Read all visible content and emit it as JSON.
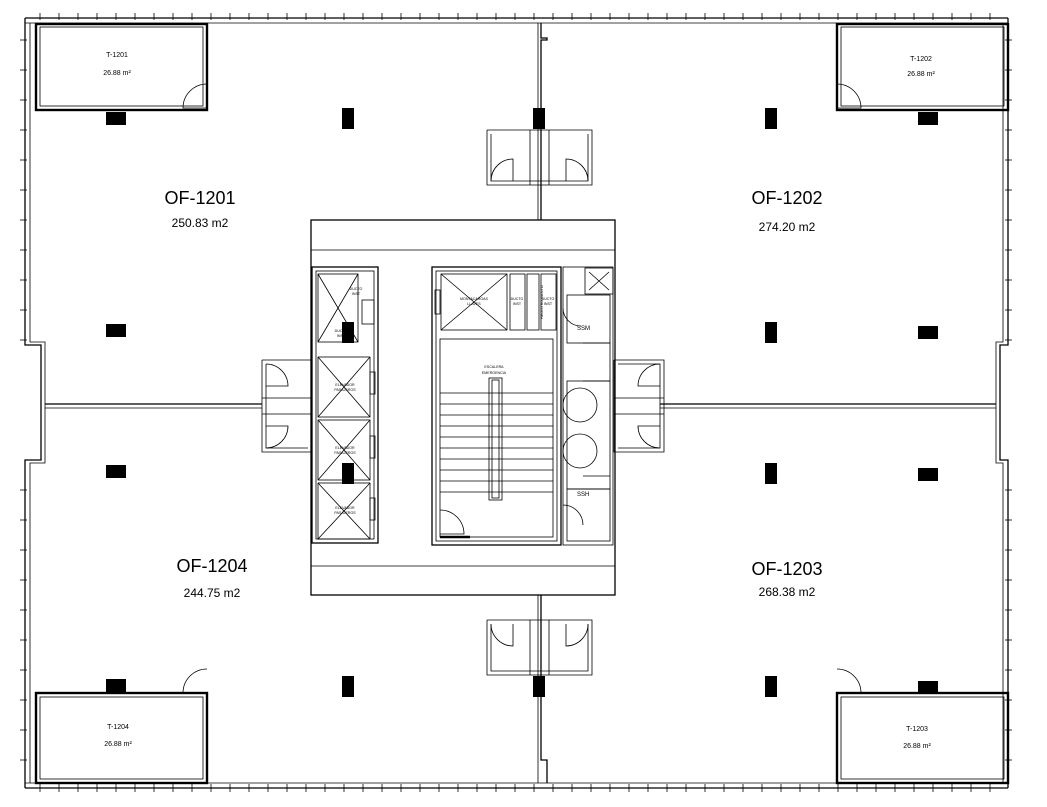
{
  "offices": [
    {
      "name": "OF-1201",
      "area": "250.83 m2"
    },
    {
      "name": "OF-1202",
      "area": "274.20 m2"
    },
    {
      "name": "OF-1203",
      "area": "268.38 m2"
    },
    {
      "name": "OF-1204",
      "area": "244.75 m2"
    }
  ],
  "terraces": [
    {
      "name": "T-1201",
      "area": "26.88 m²"
    },
    {
      "name": "T-1202",
      "area": "26.88 m²"
    },
    {
      "name": "T-1203",
      "area": "26.88 m²"
    },
    {
      "name": "T-1204",
      "area": "26.88 m²"
    }
  ],
  "core": {
    "ssm": "SSM",
    "ssh": "SSH",
    "stair": [
      "ESCALERA",
      "EMERGENCIA"
    ],
    "freight": [
      "MONTACARGAS",
      "LLAVES"
    ],
    "shaft_left": [
      "DUCTO",
      "INST"
    ],
    "shaft_mid": "REGISTRO GAS/TO",
    "shaft_right": [
      "DUCTO",
      "INST"
    ],
    "left_shaft_1": [
      "DUCTO",
      "INST"
    ],
    "left_shaft_2": [
      "DUCTO",
      "INST"
    ],
    "elevators": [
      [
        "ELEVADOR",
        "PASAJEROS"
      ],
      [
        "ELEVADOR",
        "PASAJEROS"
      ],
      [
        "ELEVADOR",
        "PASAJEROS"
      ]
    ]
  }
}
